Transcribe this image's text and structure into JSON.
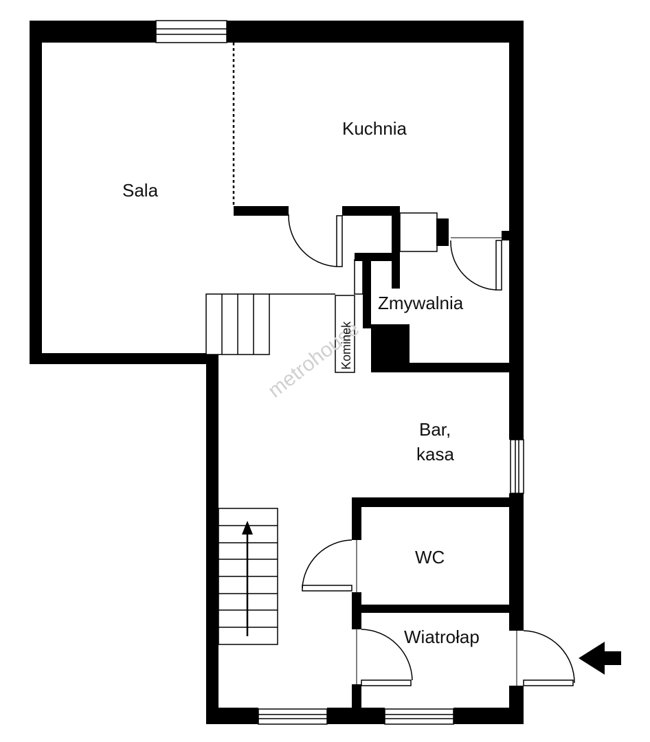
{
  "rooms": {
    "sala": "Sala",
    "kuchnia": "Kuchnia",
    "zmywalnia": "Zmywalnia",
    "bar_line1": "Bar,",
    "bar_line2": "kasa",
    "wc": "WC",
    "wiatrolap": "Wiatrołap"
  },
  "labels": {
    "kominek": "Kominek"
  },
  "watermark": "metrohouse",
  "colors": {
    "wall": "#000000",
    "background": "#ffffff",
    "watermark": "#d0d0d0"
  },
  "icons": {
    "entrance": "entrance-arrow-icon",
    "stairs_direction": "stairs-up-arrow-icon"
  }
}
